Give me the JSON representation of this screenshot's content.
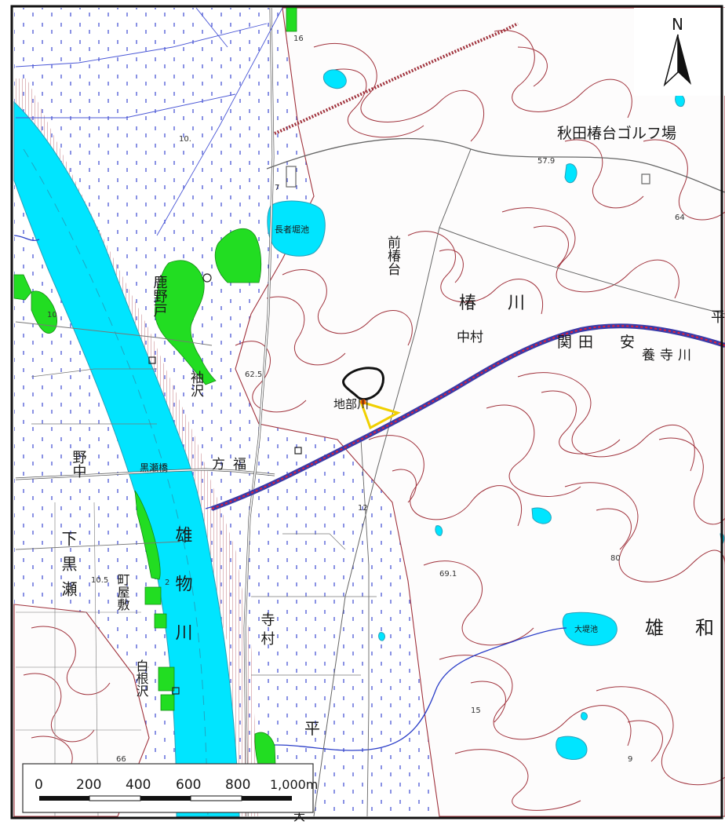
{
  "north": {
    "letter": "N"
  },
  "labels": {
    "golf": "秋田椿台ゴルフ場",
    "chojabori": "長者堀池",
    "maetsubakidai": "前椿台",
    "tsubakigawa": "椿川",
    "nakamura": "中村",
    "sekita": "関田",
    "yasu": "安",
    "yojigawa": "養寺川",
    "hira_e": "平",
    "kanoto": "鹿野戸",
    "sodesawa": "袖沢",
    "chibu": "地部川",
    "nonaka": "野中",
    "kurose_bridge": "黒瀬橋",
    "hoko": "方福",
    "omono": "雄物川",
    "shimokurose": "下黒瀬",
    "machiyashiki": "町屋敷",
    "shiranesawa": "白根沢",
    "teramura": "寺村",
    "hira_s": "平",
    "oike": "大堤池",
    "yuwa": "雄和",
    "dai": "大"
  },
  "elevations": {
    "e1": "10.",
    "e2": "57.9",
    "e3": "64",
    "e4": "62.5",
    "e5": "10",
    "e6": "12",
    "e7": "69.1",
    "e8": "80",
    "e9": "10.5",
    "e10": "15",
    "e11": "2",
    "e12": "16",
    "e13": "7",
    "e14": "66",
    "e15": "9"
  },
  "scale_bar": {
    "ticks": [
      "0",
      "200",
      "400",
      "600",
      "800",
      "1,000m"
    ]
  },
  "colors": {
    "river": "#00e5ff",
    "forest_patch": "#22dd22",
    "contour": "#a0323c",
    "road_red": "#e0223a",
    "road_blue": "#3a3aa8",
    "survey_area": "#111111",
    "marker_area": "#f0d000"
  }
}
